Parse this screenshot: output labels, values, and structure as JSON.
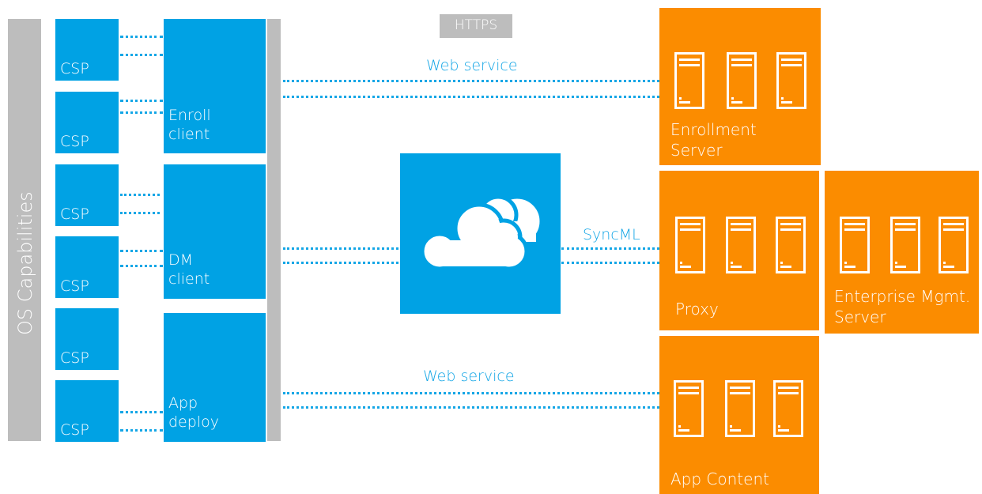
{
  "protocol_badge": "HTTPS",
  "os_panel": {
    "label": "OS Capabilities"
  },
  "csps": [
    "CSP",
    "CSP",
    "CSP",
    "CSP",
    "CSP",
    "CSP"
  ],
  "clients": {
    "enroll": "Enroll\nclient",
    "dm": "DM\nclient",
    "app": "App\ndeploy"
  },
  "edges": {
    "enroll": "Web service",
    "dm": "SyncML",
    "app": "Web service"
  },
  "servers": {
    "enrollment": "Enrollment\nServer",
    "proxy": "Proxy",
    "enterprise": "Enterprise Mgmt.\nServer",
    "app_content": "App Content"
  },
  "icons": {
    "cloud": "cloud-icon",
    "server": "server-icon"
  },
  "colors": {
    "blue": "#00a2e4",
    "orange": "#fb8c00",
    "gray": "#bdbdbd",
    "link": "#14a6e6"
  }
}
